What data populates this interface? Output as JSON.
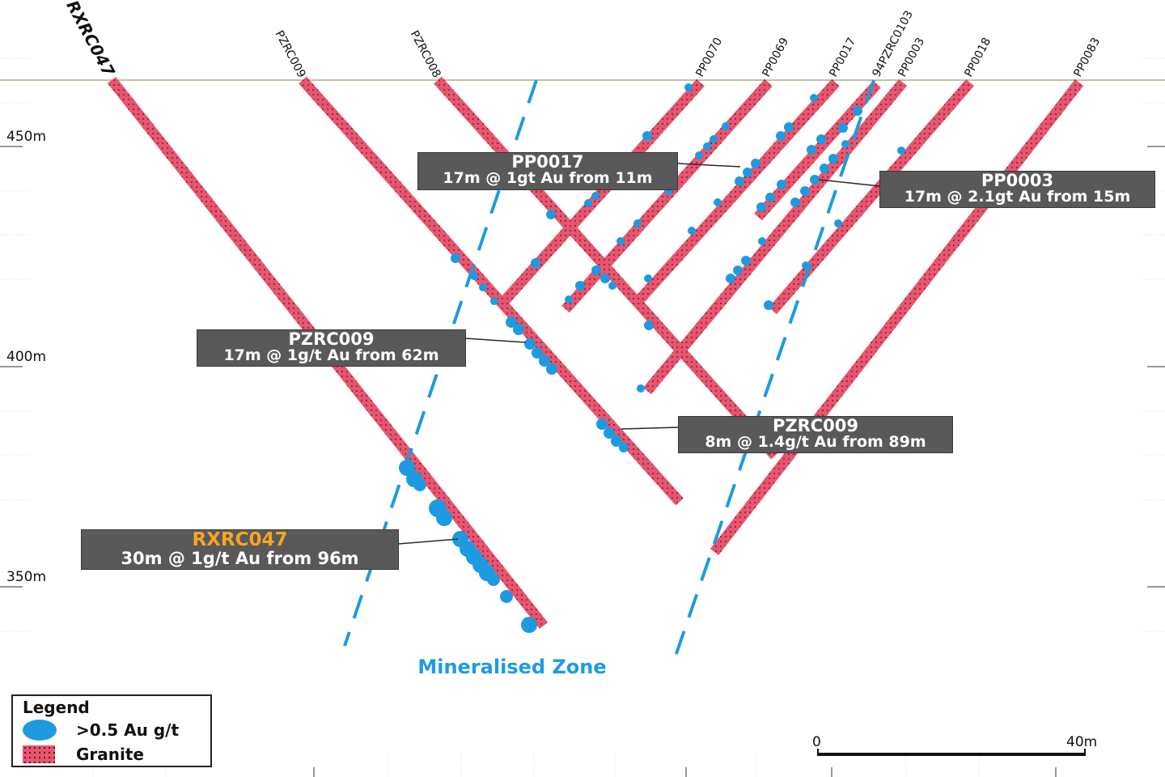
{
  "elevation_labels": [
    "450m",
    "400m",
    "350m"
  ],
  "holes": [
    {
      "name": "RXRC047",
      "major": true
    },
    {
      "name": "PZRC009",
      "major": false
    },
    {
      "name": "PZRC008",
      "major": false
    },
    {
      "name": "PP0070",
      "major": false
    },
    {
      "name": "PP0069",
      "major": false
    },
    {
      "name": "PP0017",
      "major": false
    },
    {
      "name": "94PZRC0103",
      "major": false
    },
    {
      "name": "PP0003",
      "major": false
    },
    {
      "name": "PP0018",
      "major": false
    },
    {
      "name": "PP0083",
      "major": false
    }
  ],
  "callouts": {
    "pp0017": {
      "title": "PP0017",
      "text": "17m @ 1gt Au from 11m"
    },
    "pp0003": {
      "title": "PP0003",
      "text": "17m @ 2.1gt Au from 15m"
    },
    "pzrc009_a": {
      "title": "PZRC009",
      "text": "17m @ 1g/t Au from 62m"
    },
    "pzrc009_b": {
      "title": "PZRC009",
      "text": "8m @ 1.4g/t Au from 89m"
    },
    "rxrc047": {
      "title": "RXRC047",
      "text": "30m @ 1g/t Au from 96m"
    }
  },
  "zone_label": "Mineralised Zone",
  "scale_bar": {
    "start": "0",
    "end": "40m"
  },
  "legend": {
    "title": "Legend",
    "gold": ">0.5 Au g/t",
    "granite": "Granite"
  },
  "colors": {
    "granite": "#e8556f",
    "gold": "#1e9be0",
    "callout_bg": "#595959",
    "highlight": "#f5a623",
    "surface": "#c8c0a0"
  }
}
